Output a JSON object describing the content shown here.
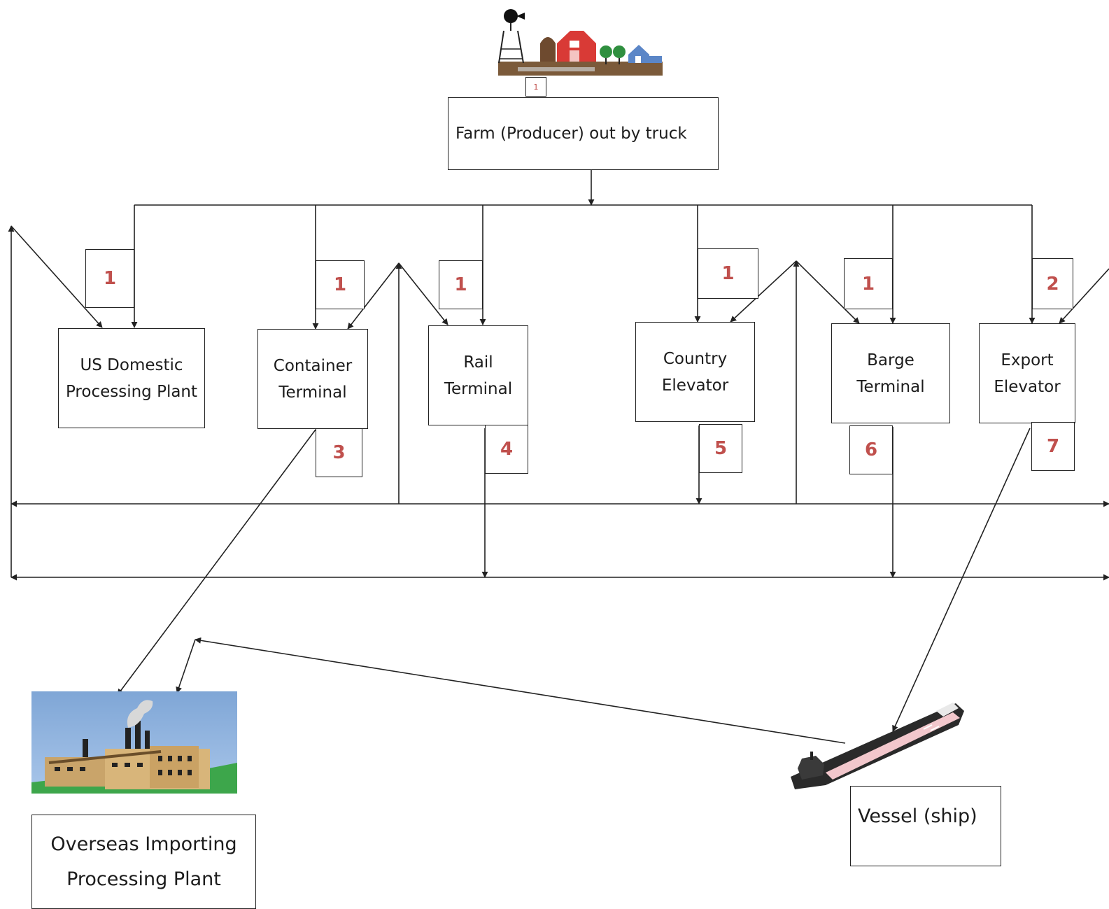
{
  "farm": {
    "label": "Farm (Producer) out by truck",
    "icon_tag": "1"
  },
  "nodes": {
    "us_domestic": [
      "US Domestic",
      "Processing Plant"
    ],
    "container": [
      "Container",
      "Terminal"
    ],
    "rail": [
      "Rail",
      "Terminal"
    ],
    "country": [
      "Country",
      "Elevator"
    ],
    "barge": [
      "Barge",
      "Terminal"
    ],
    "export": [
      "Export",
      "Elevator"
    ]
  },
  "overseas": [
    "Overseas Importing",
    "Processing Plant"
  ],
  "vessel": {
    "label": "Vessel (ship)"
  },
  "tags": {
    "us_in": "1",
    "container_in": "1",
    "rail_in": "1",
    "country_in": "1",
    "barge_in": "1",
    "export_in": "2",
    "container_out": "3",
    "rail_out": "4",
    "country_out": "5",
    "barge_out": "6",
    "export_out": "7"
  },
  "colors": {
    "tag_text": "#c0504d",
    "line": "#222222"
  },
  "icons": {
    "farm": "farm-icon",
    "factory": "factory-icon",
    "ship": "ship-icon"
  }
}
